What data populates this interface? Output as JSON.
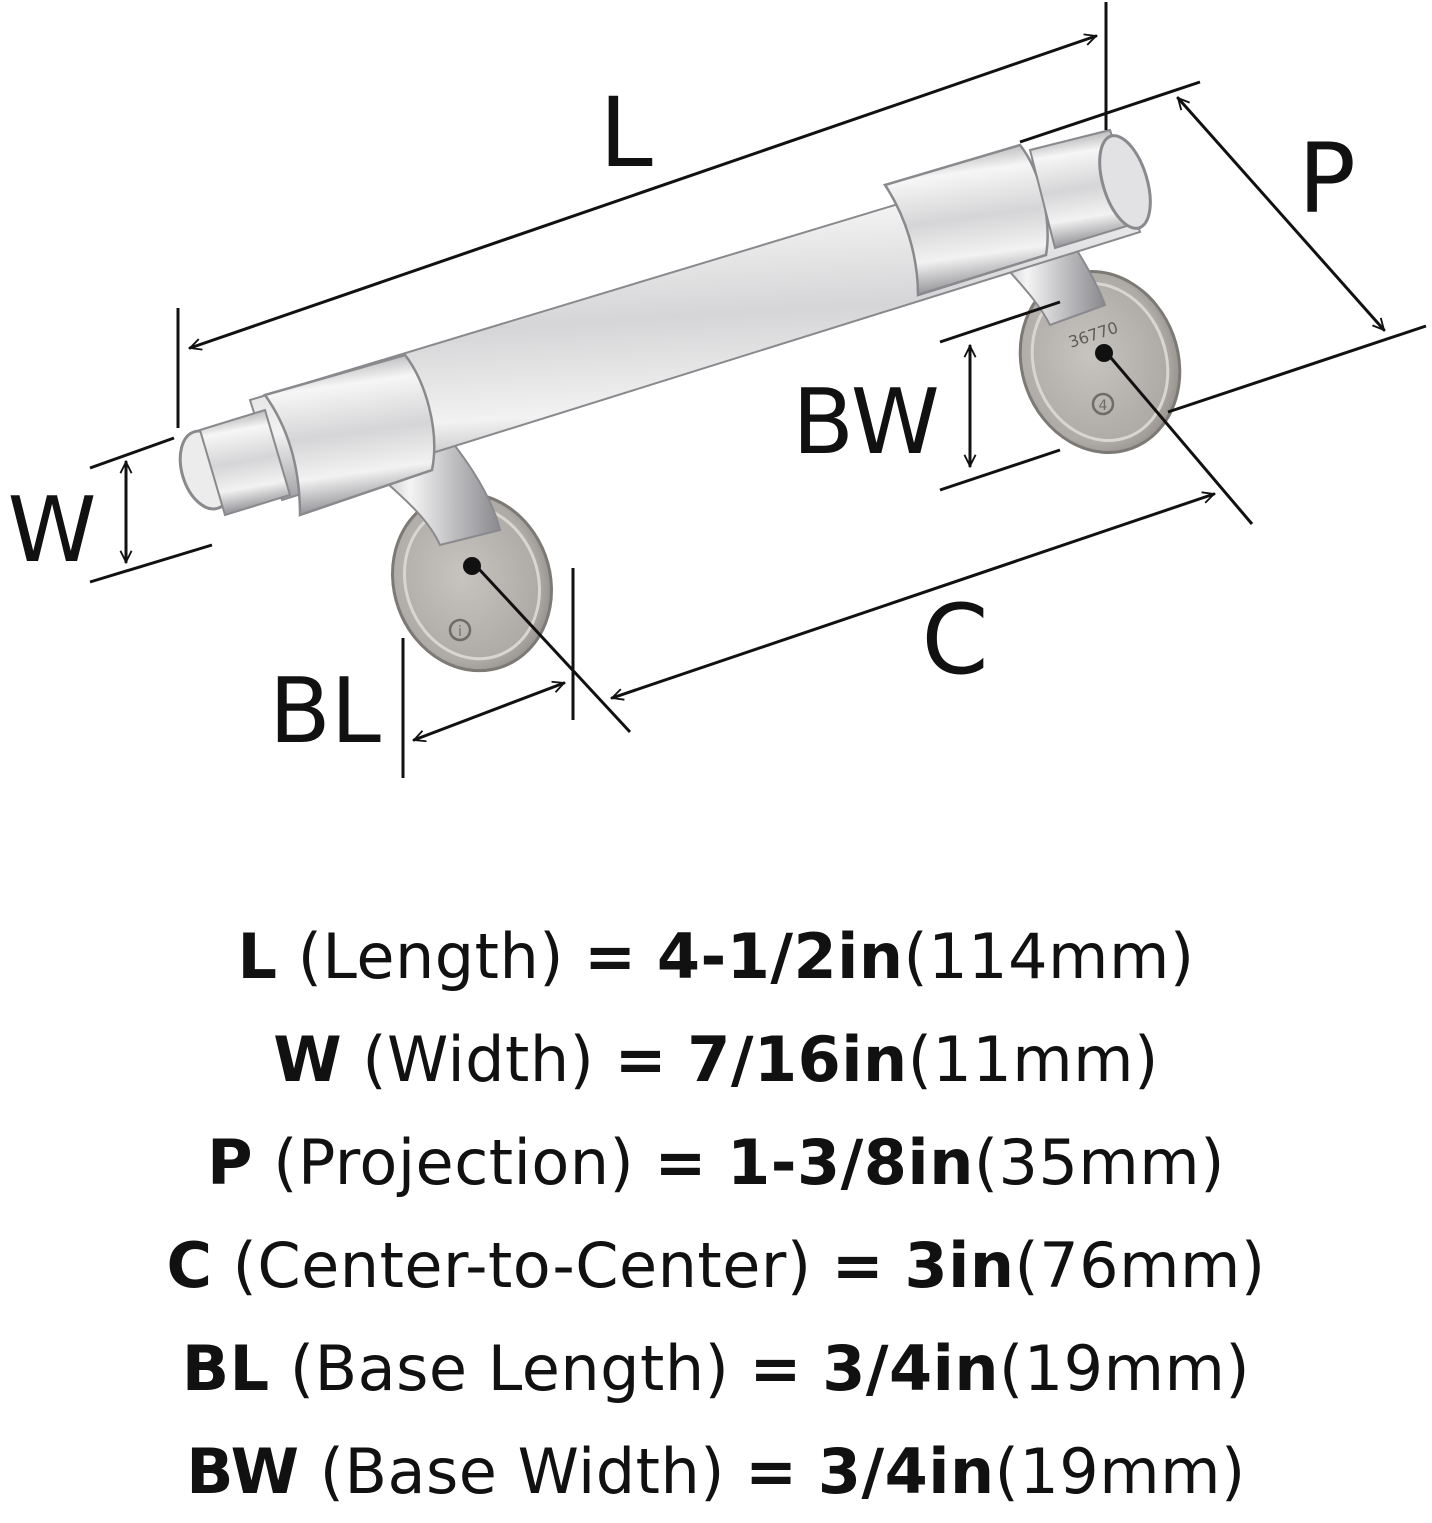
{
  "diagram": {
    "labels": {
      "L": "L",
      "P": "P",
      "W": "W",
      "BW": "BW",
      "BL": "BL",
      "C": "C"
    },
    "engraving": {
      "part_number": "36770",
      "mark_left": "i",
      "mark_right": "4"
    },
    "colors": {
      "ink": "#111111",
      "metal_light": "#f4f4f4",
      "metal_mid": "#c9c9cb",
      "metal_dark": "#8e8e92",
      "base_plate": "#b9b6b2"
    }
  },
  "specs": [
    {
      "symbol": "L",
      "description": "(Length)",
      "equals": "=",
      "imperial": "4-1/2in",
      "metric": "(114mm)"
    },
    {
      "symbol": "W",
      "description": "(Width)",
      "equals": "=",
      "imperial": "7/16in",
      "metric": "(11mm)"
    },
    {
      "symbol": "P",
      "description": "(Projection)",
      "equals": "=",
      "imperial": "1-3/8in",
      "metric": "(35mm)"
    },
    {
      "symbol": "C",
      "description": "(Center-to-Center)",
      "equals": "=",
      "imperial": "3in",
      "metric": "(76mm)"
    },
    {
      "symbol": "BL",
      "description": "(Base Length)",
      "equals": "=",
      "imperial": "3/4in",
      "metric": "(19mm)"
    },
    {
      "symbol": "BW",
      "description": "(Base Width)",
      "equals": "=",
      "imperial": "3/4in",
      "metric": "(19mm)"
    }
  ]
}
